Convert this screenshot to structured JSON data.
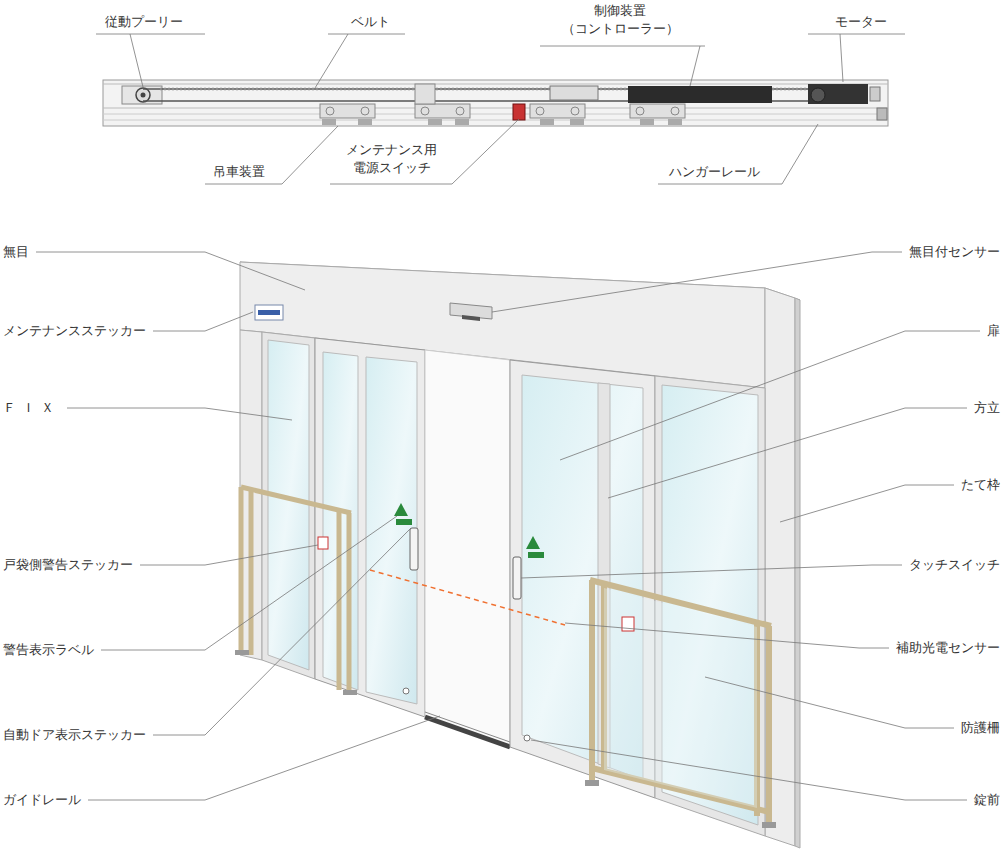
{
  "diagram": {
    "labels": [
      "従動プーリー",
      "ベルト",
      "制御装置 （コントローラー）",
      "モーター",
      "吊車装置",
      "メンテナンス用 電源スイッチ",
      "ハンガーレール",
      "無目",
      "メンテナンスステッカー",
      "ＦＩＸ",
      "戸袋側警告ステッカー",
      "警告表示ラベル",
      "自動ドア表示ステッカー",
      "ガイドレール",
      "無目付センサー",
      "扉",
      "方立",
      "たて枠",
      "タッチスイッチ",
      "補助光電センサー",
      "防護柵",
      "錠前"
    ]
  }
}
